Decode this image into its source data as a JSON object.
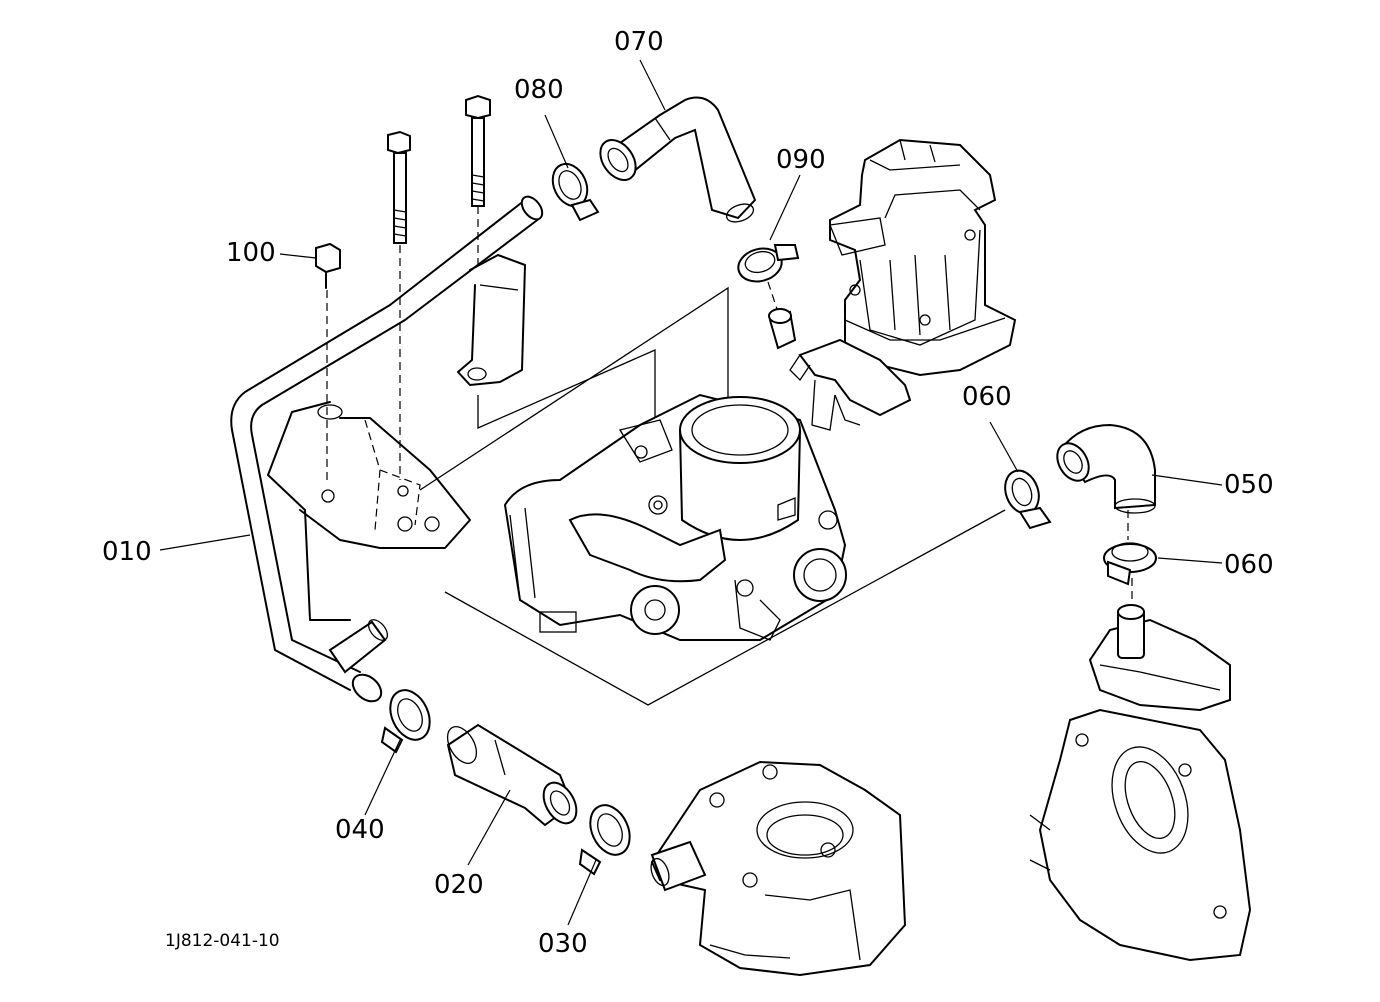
{
  "reference_code": "1J812-041-10",
  "callouts": [
    {
      "id": "010",
      "text": "010"
    },
    {
      "id": "020",
      "text": "020"
    },
    {
      "id": "030",
      "text": "030"
    },
    {
      "id": "040",
      "text": "040"
    },
    {
      "id": "050",
      "text": "050"
    },
    {
      "id": "060a",
      "text": "060"
    },
    {
      "id": "060b",
      "text": "060"
    },
    {
      "id": "070",
      "text": "070"
    },
    {
      "id": "080",
      "text": "080"
    },
    {
      "id": "090",
      "text": "090"
    },
    {
      "id": "100",
      "text": "100"
    }
  ]
}
